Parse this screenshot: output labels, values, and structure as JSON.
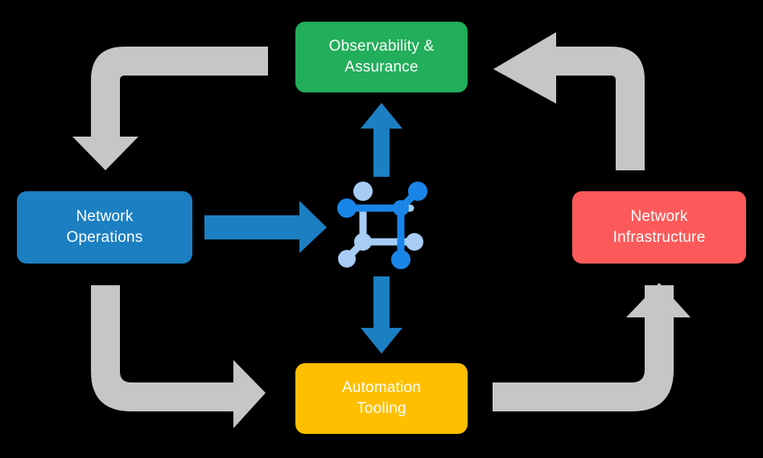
{
  "diagram": {
    "title": "Network automation lifecycle cycle diagram",
    "background_color": "#000000",
    "center": {
      "icon_name": "network-topology-icon",
      "node_color_primary": "#1a85e8",
      "node_color_secondary": "#a7cdf7"
    },
    "nodes": [
      {
        "id": "observability",
        "label_line1": "Observability &",
        "label_line2": "Assurance",
        "color": "#22ae5b",
        "position": "top-center"
      },
      {
        "id": "operations",
        "label_line1": "Network",
        "label_line2": "Operations",
        "color": "#1c7fc2",
        "position": "left"
      },
      {
        "id": "infrastructure",
        "label_line1": "Network",
        "label_line2": "Infrastructure",
        "color": "#fc5a5a",
        "position": "right"
      },
      {
        "id": "automation",
        "label_line1": "Automation",
        "label_line2": "Tooling",
        "color": "#ffbf00",
        "position": "bottom-center"
      }
    ],
    "blue_arrows": [
      {
        "id": "hub-to-observability",
        "direction": "up",
        "color": "#1c7fc2"
      },
      {
        "id": "operations-to-hub",
        "direction": "right",
        "color": "#1c7fc2"
      },
      {
        "id": "hub-to-automation",
        "direction": "down",
        "color": "#1c7fc2"
      }
    ],
    "gray_arrows": [
      {
        "id": "observability-to-operations",
        "corner": "top-left",
        "direction": "down",
        "color": "#c6c6c6"
      },
      {
        "id": "infrastructure-to-observability",
        "corner": "top-right",
        "direction": "left",
        "color": "#c6c6c6"
      },
      {
        "id": "operations-to-automation",
        "corner": "bottom-left",
        "direction": "right",
        "color": "#c6c6c6"
      },
      {
        "id": "automation-to-infrastructure",
        "corner": "bottom-right",
        "direction": "up",
        "color": "#c6c6c6"
      }
    ]
  }
}
